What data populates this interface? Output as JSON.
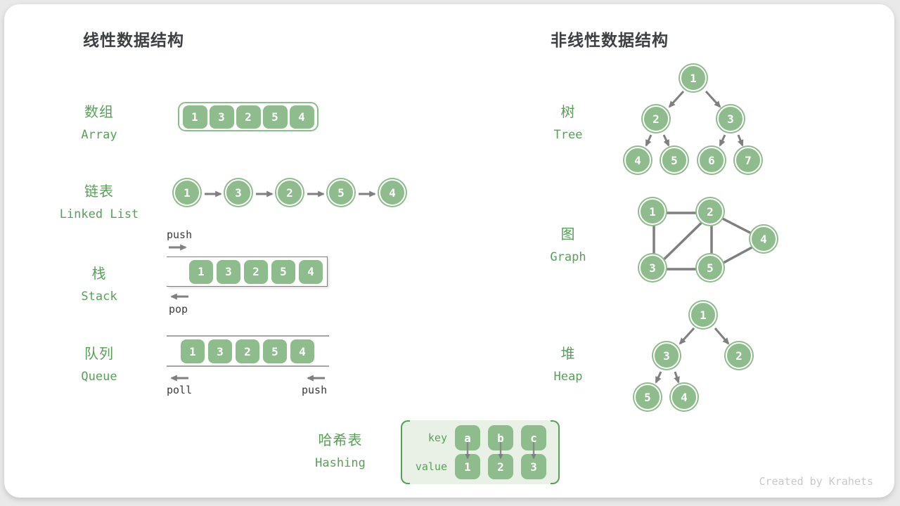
{
  "page": {
    "left_title": "线性数据结构",
    "right_title": "非线性数据结构",
    "credit": "Created by Krahets"
  },
  "colors": {
    "node_green": "#8fbc8c",
    "label_green": "#58a058",
    "heading_dark": "#3d4043",
    "arrow_gray": "#7f7f7f",
    "hash_bg": "#e9f1e6",
    "card_bg": "#ffffff",
    "page_bg": "#e9e9e9"
  },
  "sections": {
    "array": {
      "zh": "数组",
      "en": "Array",
      "values": [
        "1",
        "3",
        "2",
        "5",
        "4"
      ]
    },
    "linked_list": {
      "zh": "链表",
      "en": "Linked List",
      "values": [
        "1",
        "3",
        "2",
        "5",
        "4"
      ]
    },
    "stack": {
      "zh": "栈",
      "en": "Stack",
      "values": [
        "1",
        "3",
        "2",
        "5",
        "4"
      ],
      "push_label": "push",
      "pop_label": "pop"
    },
    "queue": {
      "zh": "队列",
      "en": "Queue",
      "values": [
        "1",
        "3",
        "2",
        "5",
        "4"
      ],
      "poll_label": "poll",
      "push_label": "push"
    },
    "hashing": {
      "zh": "哈希表",
      "en": "Hashing",
      "key_label": "key",
      "value_label": "value",
      "keys": [
        "a",
        "b",
        "c"
      ],
      "values": [
        "1",
        "2",
        "3"
      ]
    },
    "tree": {
      "zh": "树",
      "en": "Tree",
      "nodes": [
        "1",
        "2",
        "3",
        "4",
        "5",
        "6",
        "7"
      ],
      "edges": [
        [
          "1",
          "2"
        ],
        [
          "1",
          "3"
        ],
        [
          "2",
          "4"
        ],
        [
          "2",
          "5"
        ],
        [
          "3",
          "6"
        ],
        [
          "3",
          "7"
        ]
      ]
    },
    "graph": {
      "zh": "图",
      "en": "Graph",
      "nodes": [
        "1",
        "2",
        "4",
        "3",
        "5"
      ],
      "edges": [
        [
          "1",
          "2"
        ],
        [
          "1",
          "3"
        ],
        [
          "2",
          "3"
        ],
        [
          "2",
          "5"
        ],
        [
          "2",
          "4"
        ],
        [
          "3",
          "5"
        ],
        [
          "5",
          "4"
        ]
      ]
    },
    "heap": {
      "zh": "堆",
      "en": "Heap",
      "nodes": [
        "1",
        "3",
        "2",
        "5",
        "4"
      ],
      "edges": [
        [
          "1",
          "3"
        ],
        [
          "1",
          "2"
        ],
        [
          "3",
          "5"
        ],
        [
          "3",
          "4"
        ]
      ]
    }
  }
}
